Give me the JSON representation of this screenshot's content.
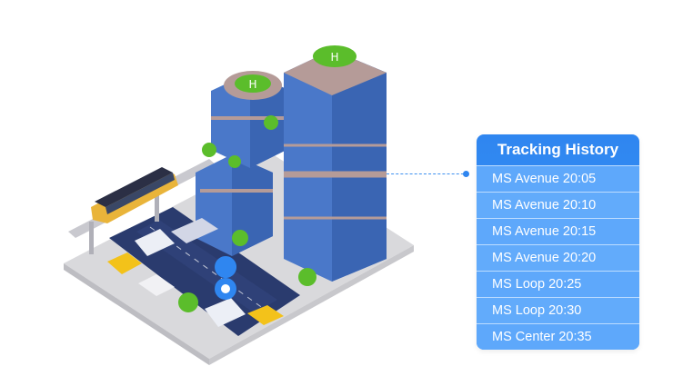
{
  "tracking": {
    "title": "Tracking History",
    "items": [
      {
        "label": "MS Avenue 20:05"
      },
      {
        "label": "MS Avenue 20:10"
      },
      {
        "label": "MS Avenue 20:15"
      },
      {
        "label": "MS Avenue 20:20"
      },
      {
        "label": "MS Loop 20:25"
      },
      {
        "label": "MS Loop 20:30"
      },
      {
        "label": "MS Center 20:35"
      }
    ]
  },
  "colors": {
    "accent": "#2f86f0",
    "row": "#5ea8fb",
    "tower_glass": "#4a78c9",
    "tower_frame": "#b59b98",
    "road": "#2a3b6e",
    "ground": "#d9d9dc",
    "tree": "#5bbd2b",
    "taxi": "#f3c21a",
    "train": "#e9b43a"
  },
  "icons": {
    "helipad": "helipad-icon",
    "location_pin": "location-pin-icon"
  },
  "helipad_letter": "H"
}
